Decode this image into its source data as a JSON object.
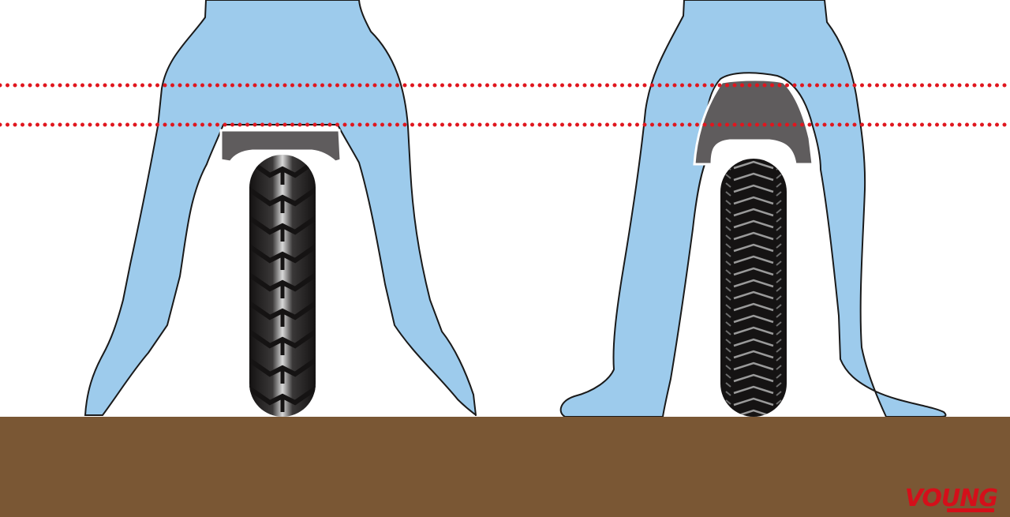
{
  "logo": {
    "text": "VOUNG",
    "color": "#d40f1a"
  },
  "colors": {
    "background": "#ffffff",
    "ground": "#7a5734",
    "legs": "#9dcbec",
    "outline": "#1a1a1a",
    "seat": "#5f5c5d",
    "tire_dark": "#151313",
    "reference_lines": "#e0161e"
  },
  "panels": [
    {
      "id": "left-rider",
      "seat_style": "thin-seat",
      "tire_tread": "offroad-block-tread"
    },
    {
      "id": "right-rider",
      "seat_style": "tall-seat",
      "tire_tread": "chevron-rib-tread"
    }
  ],
  "reference_lines": [
    {
      "style": "dotted",
      "meaning": "upper-height-reference"
    },
    {
      "style": "dotted",
      "meaning": "lower-height-reference"
    }
  ]
}
